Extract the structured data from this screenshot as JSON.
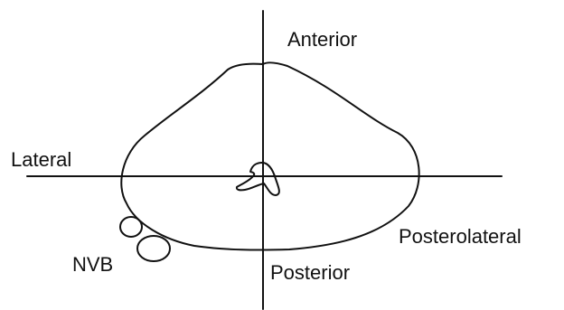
{
  "labels": {
    "anterior": "Anterior",
    "lateral": "Lateral",
    "posterolateral": "Posterolateral",
    "posterior": "Posterior",
    "nvb": "NVB"
  }
}
